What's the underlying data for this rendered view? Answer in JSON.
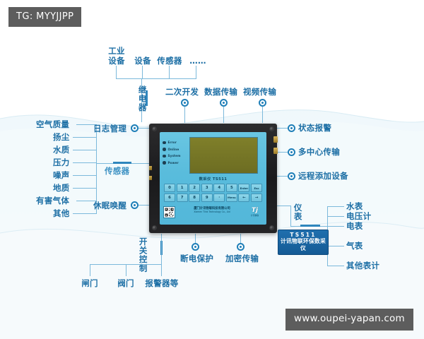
{
  "tag": {
    "text": "TG: MYYJJPP"
  },
  "watermark": {
    "text": "www.oupei-yapan.com"
  },
  "top": {
    "inputs": [
      {
        "label": "工业\n设备"
      },
      {
        "label": "设备"
      },
      {
        "label": "传感器"
      },
      {
        "label": "……"
      }
    ],
    "relay_label": "继\n电\n器",
    "features": [
      {
        "label": "二次开发"
      },
      {
        "label": "数据传输"
      },
      {
        "label": "视频传输"
      }
    ]
  },
  "left": {
    "sensor_types": [
      {
        "label": "空气质量"
      },
      {
        "label": "扬尘"
      },
      {
        "label": "水质"
      },
      {
        "label": "压力"
      },
      {
        "label": "噪声"
      },
      {
        "label": "地质"
      },
      {
        "label": "有害气体"
      },
      {
        "label": "其他"
      }
    ],
    "sensor_group_label": "传感器",
    "features": [
      {
        "label": "日志管理"
      },
      {
        "label": "休眠唤醒"
      }
    ]
  },
  "right": {
    "features": [
      {
        "label": "状态报警"
      },
      {
        "label": "多中心传输"
      },
      {
        "label": "远程添加设备"
      }
    ],
    "meter_label": "仪\n表",
    "meters": [
      {
        "label": "水表"
      },
      {
        "label": "电压计"
      },
      {
        "label": "电表"
      },
      {
        "label": "气表"
      },
      {
        "label": "其他表计"
      }
    ]
  },
  "bottom": {
    "switch_label": "开\n关\n控\n制",
    "features": [
      {
        "label": "断电保护"
      },
      {
        "label": "加密传输"
      }
    ],
    "outputs": [
      {
        "label": "闸门"
      },
      {
        "label": "阀门"
      },
      {
        "label": "报警器等"
      }
    ]
  },
  "device": {
    "leds": [
      {
        "label": "Error"
      },
      {
        "label": "Online"
      },
      {
        "label": "System"
      },
      {
        "label": "Power"
      }
    ],
    "model_text": "数采仪  TS511",
    "keypad": [
      [
        "0",
        "1",
        "2",
        "3",
        "4",
        "5",
        "Enter",
        "Esc"
      ],
      [
        "6",
        "7",
        "8",
        "9",
        "·",
        "Menu",
        "←",
        "→"
      ]
    ],
    "company_cn": "厦门计讯物联科技有限公司",
    "company_en": "Xiamen Tlink Technology Co., Ltd",
    "logo_mark": "Tj",
    "logo_sub": "计讯物联"
  },
  "caption": {
    "model": "TS511",
    "name": "计讯物联环保数采仪"
  },
  "colors": {
    "line": "#7cb9db",
    "accent": "#1d6fa5",
    "badge_bg": "#1f6fae",
    "tag_bg": "#5d5d5d",
    "panel": "#59bcdc",
    "lcd": "#6d6d22"
  }
}
